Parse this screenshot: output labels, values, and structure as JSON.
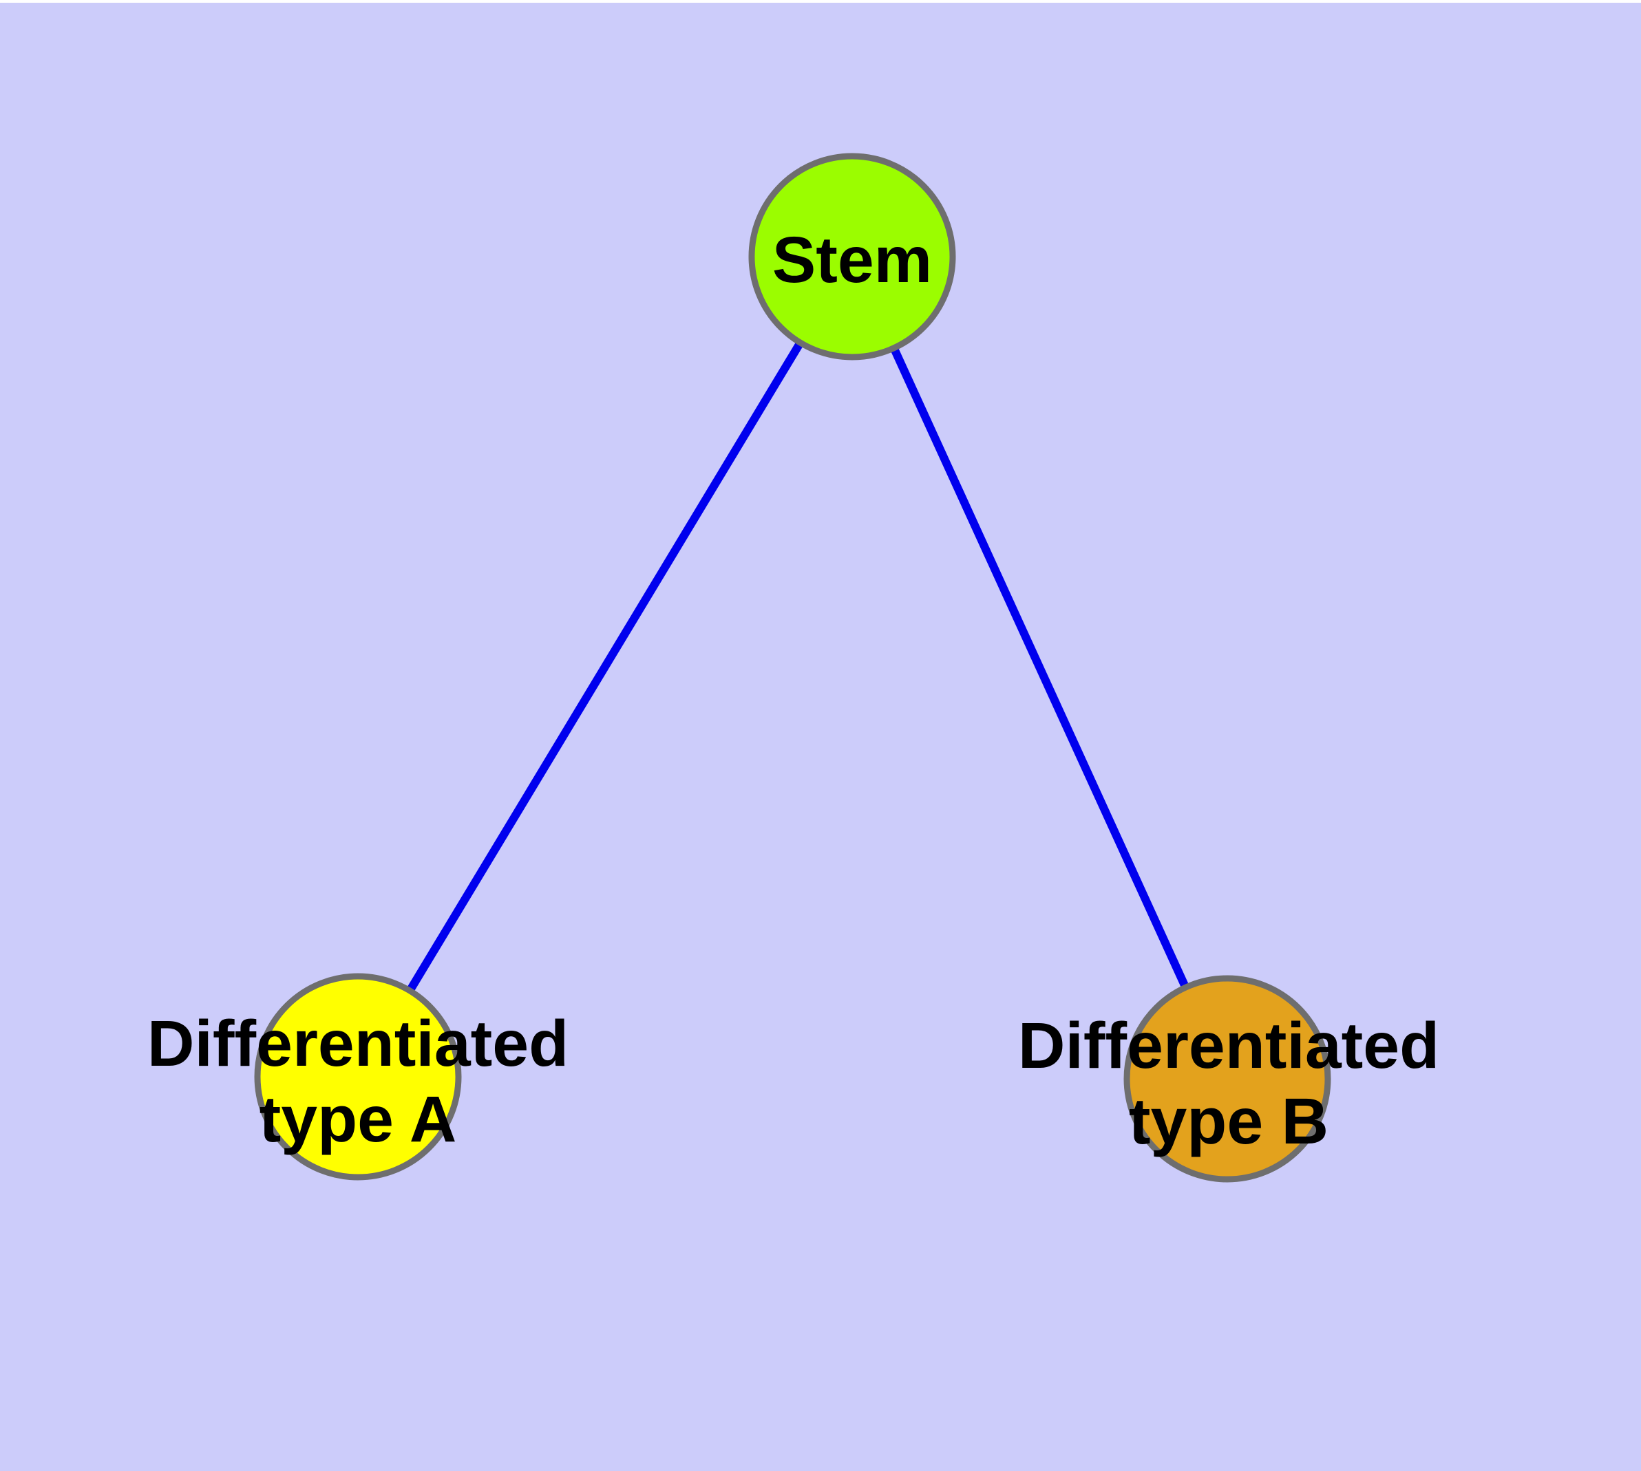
{
  "figure": {
    "description": "Cell differentiation graph diagram",
    "background_color": "#CCCCFA",
    "top_margin_color": "#FFFFFF",
    "label_color": "#000000"
  },
  "graph": {
    "nodes": [
      {
        "id": "stem",
        "label": "Stem",
        "fill": "#9BFD00",
        "stroke": "#6E6E6E"
      },
      {
        "id": "differentiated-type-a",
        "label_line1": "Differentiated",
        "label_line2": "type A",
        "fill": "#FFFF00",
        "stroke": "#6E6E6E"
      },
      {
        "id": "differentiated-type-b",
        "label_line1": "Differentiated",
        "label_line2": "type B",
        "fill": "#E3A21D",
        "stroke": "#6E6E6E"
      }
    ],
    "edges": [
      {
        "from": "stem",
        "to": "differentiated-type-a",
        "color": "#0000EE"
      },
      {
        "from": "stem",
        "to": "differentiated-type-b",
        "color": "#0000EE"
      }
    ]
  }
}
